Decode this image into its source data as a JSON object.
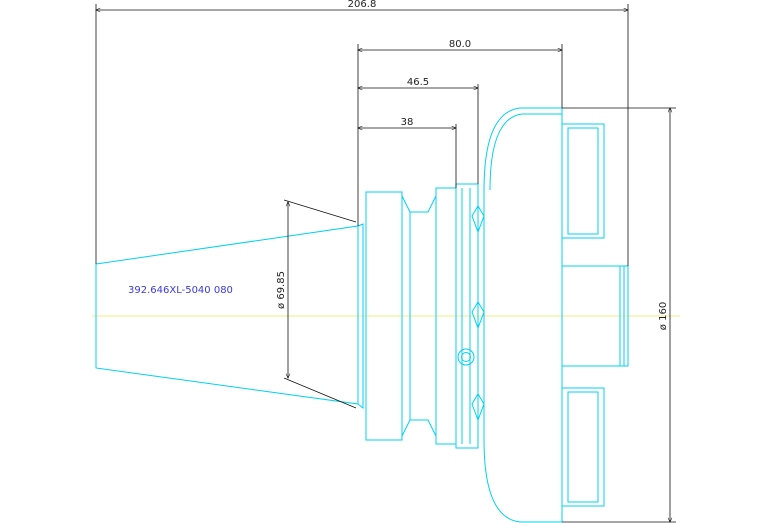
{
  "drawing": {
    "part_number": "392.646XL-5040 080",
    "dimensions": {
      "overall_length": "206.8",
      "length_80": "80.0",
      "length_46": "46.5",
      "length_38": "38",
      "taper_diameter": "ø 69.85",
      "flange_diameter": "ø 160"
    }
  },
  "colors": {
    "geometry": "#00d2f0",
    "dimension": "#111111",
    "centerline": "#e8e85a",
    "part_text": "#3a3ae0"
  }
}
